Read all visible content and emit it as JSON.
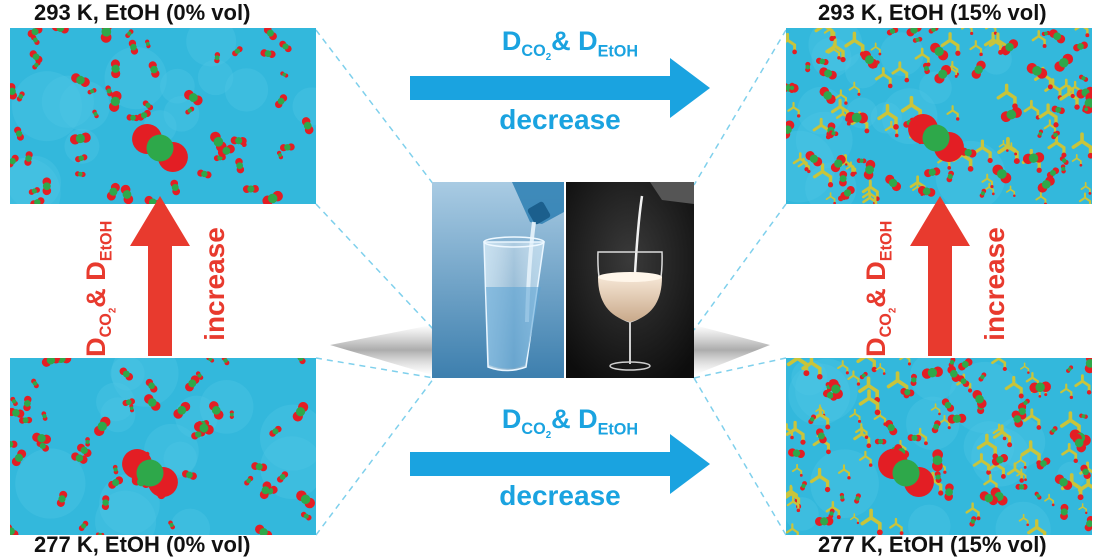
{
  "captions": {
    "top_left": "293 K, EtOH (0% vol)",
    "top_right": "293 K, EtOH (15% vol)",
    "bottom_left": "277 K, EtOH (0% vol)",
    "bottom_right": "277 K, EtOH (15% vol)"
  },
  "arrows": {
    "horizontal": {
      "symbol_main": "D",
      "symbol_sub_1": "CO",
      "symbol_subsub": "2",
      "conjunction": "& D",
      "symbol_sub_2": "EtOH",
      "word": "decrease",
      "color": "#1aa3e0"
    },
    "vertical": {
      "symbol_main": "D",
      "symbol_sub_1": "CO",
      "symbol_subsub": "2",
      "conjunction": "& D",
      "symbol_sub_2": "EtOH",
      "word": "increase",
      "color": "#e83a2e"
    }
  },
  "colors": {
    "solvent": "#33b8dc",
    "oxygen": "#e31e24",
    "carbon": "#2ea84a",
    "ethanol": "#c9c43a",
    "dashed_line": "#7fd0ec"
  },
  "photos": {
    "left": "water-glass-photo",
    "right": "champagne-glass-photo"
  }
}
